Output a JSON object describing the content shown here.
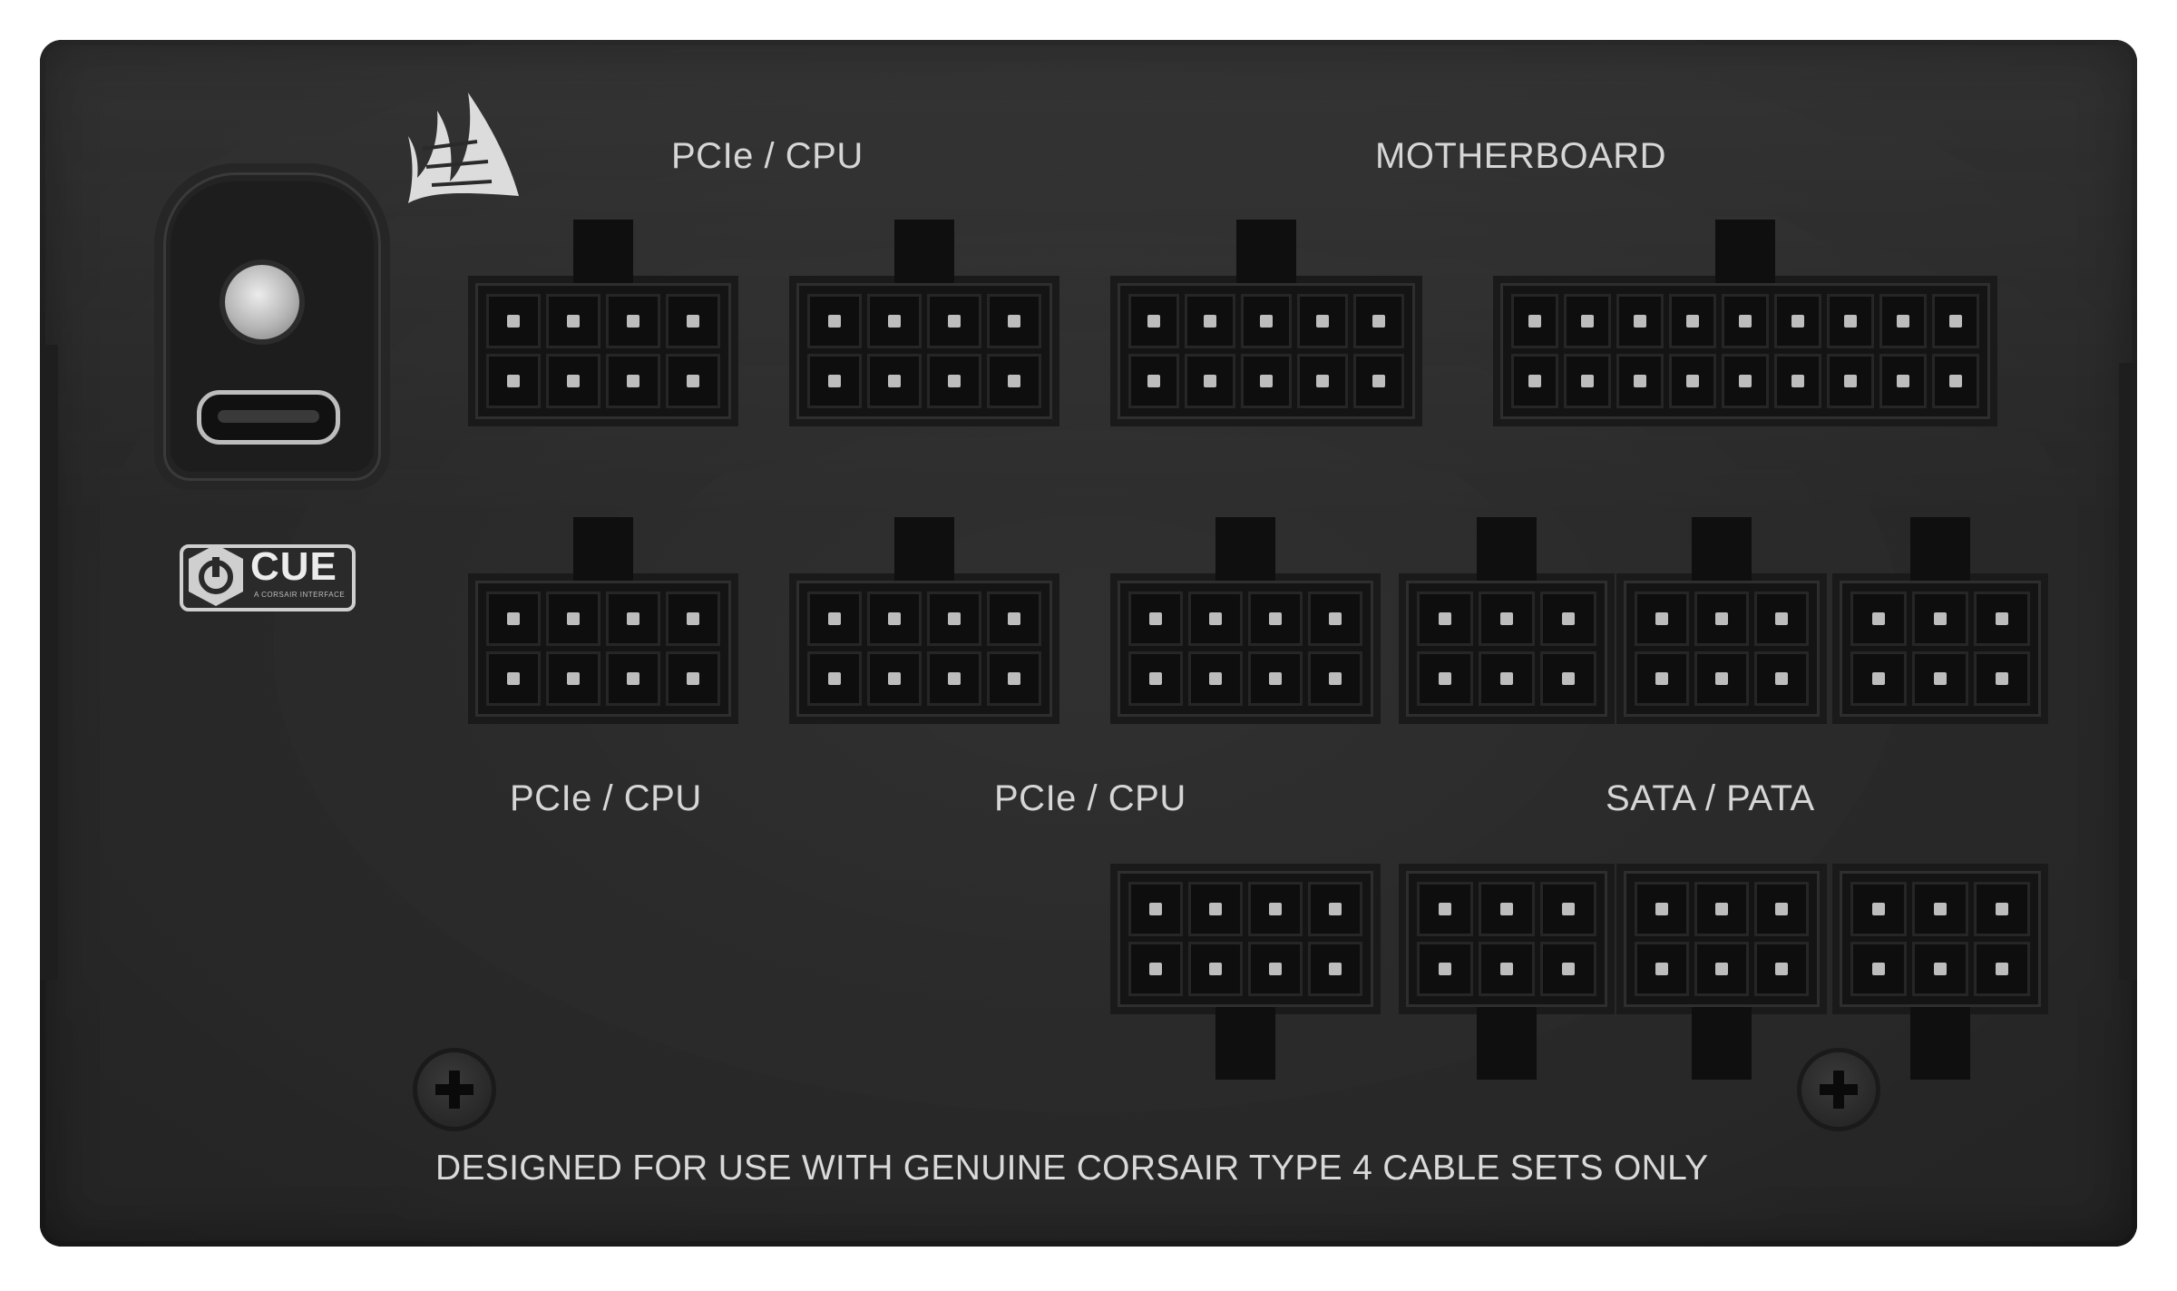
{
  "labels": {
    "pcie_cpu_top": "PCIe / CPU",
    "motherboard": "MOTHERBOARD",
    "pcie_cpu_bottom_left": "PCIe / CPU",
    "pcie_cpu_bottom_middle": "PCIe / CPU",
    "sata_pata": "SATA / PATA"
  },
  "footer": "DESIGNED FOR USE WITH GENUINE CORSAIR TYPE 4 CABLE SETS ONLY",
  "icue": {
    "logo_text": "CUE",
    "tagline": "A CORSAIR INTERFACE"
  },
  "icons": {
    "brand": "corsair-sails-icon",
    "usb_port": "usb-c-icon",
    "led": "status-led-icon",
    "screw": "phillips-screw-icon"
  },
  "colors": {
    "panel": "#2a2a2a",
    "connector": "#141414",
    "text": "#d6d6d6"
  }
}
